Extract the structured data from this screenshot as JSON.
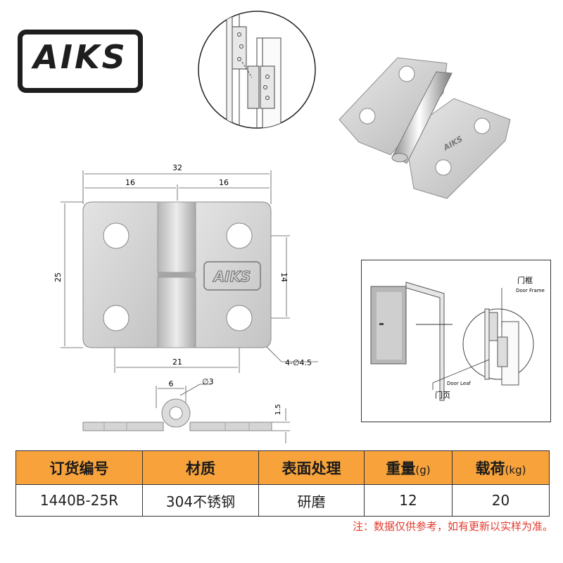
{
  "logo": {
    "text": "AIKS"
  },
  "drawing": {
    "width_total": "32",
    "width_left": "16",
    "width_right": "16",
    "height_total": "25",
    "hole_spacing_v": "14",
    "hole_spacing_h": "21",
    "holes": "4-∅4.5",
    "knuckle_offset": "6",
    "pin_diameter": "∅3",
    "thickness": "1.5",
    "embossed_logo": "AIKS"
  },
  "install_diagram": {
    "door_frame_cn": "门框",
    "door_frame_en": "Door Frame",
    "door_leaf_en": "Door Leaf",
    "door_leaf_cn": "门页"
  },
  "spec_table": {
    "headers": [
      {
        "label": "订货编号",
        "unit": ""
      },
      {
        "label": "材质",
        "unit": ""
      },
      {
        "label": "表面处理",
        "unit": ""
      },
      {
        "label": "重量",
        "unit": "(g)"
      },
      {
        "label": "载荷",
        "unit": "(kg)"
      }
    ],
    "row": [
      "1440B-25R",
      "304不锈钢",
      "研磨",
      "12",
      "20"
    ]
  },
  "note": "注：数据仅供参考，如有更新以实样为准。",
  "colors": {
    "header_bg": "#f7a23b",
    "note": "#e23b2e",
    "logo": "#1e1e1e"
  }
}
